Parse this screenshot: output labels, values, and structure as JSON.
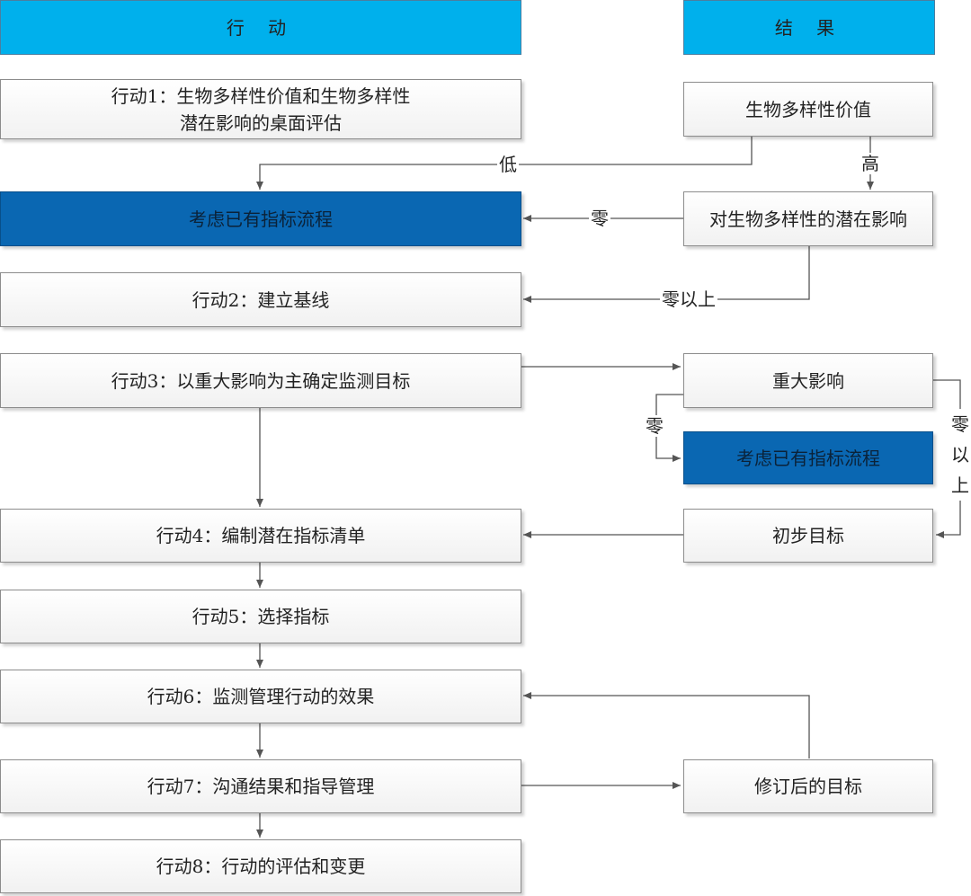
{
  "headers": {
    "actions": "行 动",
    "results": "结 果"
  },
  "actions": {
    "a1_line1": "行动1：生物多样性价值和生物多样性",
    "a1_line2": "潜在影响的桌面评估",
    "consider_left": "考虑已有指标流程",
    "a2": "行动2：建立基线",
    "a3": "行动3：以重大影响为主确定监测目标",
    "a4": "行动4：编制潜在指标清单",
    "a5": "行动5：选择指标",
    "a6": "行动6：监测管理行动的效果",
    "a7": "行动7：沟通结果和指导管理",
    "a8": "行动8：行动的评估和变更"
  },
  "results": {
    "bio_value": "生物多样性价值",
    "potential_impact": "对生物多样性的潜在影响",
    "major_impact": "重大影响",
    "consider_right": "考虑已有指标流程",
    "preliminary_goal": "初步目标",
    "revised_goal": "修订后的目标"
  },
  "edge_labels": {
    "low": "低",
    "high": "高",
    "zero_a": "零",
    "above_zero": "零以上",
    "zero_b": "零",
    "vertical_above_zero": [
      "零",
      "以",
      "上"
    ]
  },
  "colors": {
    "header": "#00b0ec",
    "dark_box": "#0a67b2",
    "box_fill": "#f5f5f5",
    "line": "#555555"
  }
}
